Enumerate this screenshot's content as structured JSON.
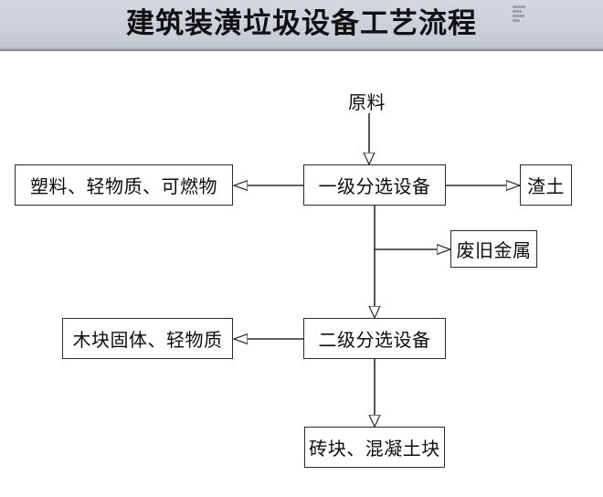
{
  "header": {
    "title": "建筑装潢垃圾设备工艺流程",
    "background_from": "#d3d8dd",
    "background_to": "#6e7378",
    "watermark": "watermark-mark"
  },
  "diagram": {
    "type": "flowchart",
    "orientation": "top-to-bottom",
    "line_color": "#2b2b2b",
    "box_fill": "#ffffff",
    "arrow_style": "open-triangle",
    "nodes": [
      {
        "id": "raw",
        "label": "原料",
        "shape": "text"
      },
      {
        "id": "primary",
        "label": "一级分选设备",
        "shape": "rect"
      },
      {
        "id": "light_waste",
        "label": "塑料、轻物质、可燃物",
        "shape": "rect"
      },
      {
        "id": "slag",
        "label": "渣土",
        "shape": "rect"
      },
      {
        "id": "scrap_metal",
        "label": "废旧金属",
        "shape": "rect"
      },
      {
        "id": "secondary",
        "label": "二级分选设备",
        "shape": "rect"
      },
      {
        "id": "wood_light",
        "label": "木块固体、轻物质",
        "shape": "rect"
      },
      {
        "id": "brick_concrete",
        "label": "砖块、混凝土块",
        "shape": "rect"
      }
    ],
    "edges": [
      {
        "from": "raw",
        "to": "primary",
        "direction": "down"
      },
      {
        "from": "primary",
        "to": "light_waste",
        "direction": "left"
      },
      {
        "from": "primary",
        "to": "slag",
        "direction": "right"
      },
      {
        "from": "primary",
        "to": "scrap_metal",
        "direction": "down-then-right"
      },
      {
        "from": "primary",
        "to": "secondary",
        "direction": "down"
      },
      {
        "from": "secondary",
        "to": "wood_light",
        "direction": "left"
      },
      {
        "from": "secondary",
        "to": "brick_concrete",
        "direction": "down"
      }
    ]
  }
}
